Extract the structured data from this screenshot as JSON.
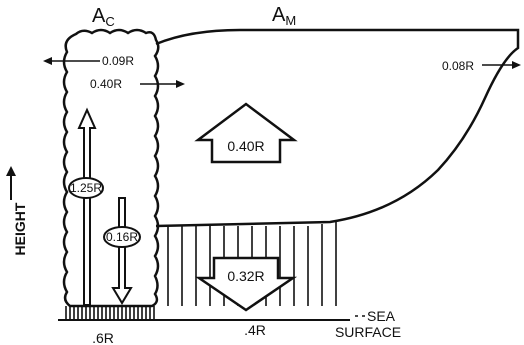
{
  "labels": {
    "ac_main": "A",
    "ac_sub": "C",
    "am_main": "A",
    "am_sub": "M",
    "height": "HEIGHT",
    "flux_cloud_left": "0.09R",
    "flux_cloud_right": "0.40R",
    "flux_mesoscale_edge": "0.08R",
    "updraft_mesoscale": "0.40R",
    "updraft_cloud": "1.25R",
    "downdraft_cloud": "0.16R",
    "downdraft_mesoscale": "0.32R",
    "rain_cloud": ".6R",
    "rain_mesoscale": ".4R",
    "sea": "SEA",
    "surface": "SURFACE"
  }
}
